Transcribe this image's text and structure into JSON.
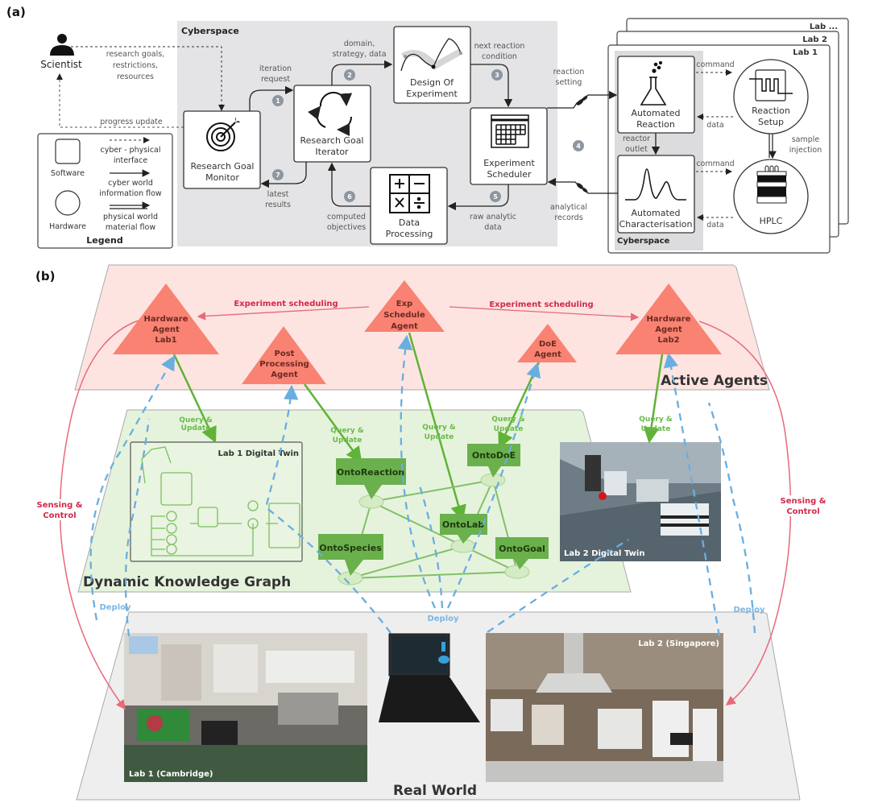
{
  "panel_a": {
    "label": "(a)",
    "cyberspace_label": "Cyberspace",
    "scientist": "Scientist",
    "scientist_to_monitor": [
      "research goals,",
      "restrictions,",
      "resources"
    ],
    "progress_update": "progress update",
    "boxes": {
      "monitor": [
        "Research Goal",
        "Monitor"
      ],
      "iterator": [
        "Research Goal",
        "Iterator"
      ],
      "doe": [
        "Design Of",
        "Experiment"
      ],
      "scheduler": [
        "Experiment",
        "Scheduler"
      ],
      "processing": [
        "Data",
        "Processing"
      ]
    },
    "flows": {
      "iteration_request": [
        "iteration",
        "request"
      ],
      "domain_strategy": [
        "domain,",
        "strategy, data"
      ],
      "next_reaction": [
        "next reaction",
        "condition"
      ],
      "raw_analytic": [
        "raw analytic",
        "data"
      ],
      "computed_objectives": [
        "computed",
        "objectives"
      ],
      "latest_results": [
        "latest",
        "results"
      ],
      "reaction_setting": [
        "reaction",
        "setting"
      ],
      "analytical_records": [
        "analytical",
        "records"
      ]
    },
    "steps": [
      "1",
      "2",
      "3",
      "4",
      "5",
      "6",
      "7"
    ],
    "legend": {
      "title": "Legend",
      "software": "Software",
      "hardware": "Hardware",
      "cyber_physical": [
        "cyber - physical",
        "interface"
      ],
      "cyber_world": [
        "cyber world",
        "information flow"
      ],
      "physical_world": [
        "physical world",
        "material flow"
      ]
    },
    "labs": {
      "stack": [
        "Lab ...",
        "Lab 2",
        "Lab 1"
      ],
      "cyberspace_label": "Cyberspace",
      "automated_reaction": [
        "Automated",
        "Reaction"
      ],
      "automated_characterisation": [
        "Automated",
        "Characterisation"
      ],
      "reaction_setup": [
        "Reaction",
        "Setup"
      ],
      "hplc": "HPLC",
      "command": "command",
      "data": "data",
      "reactor_outlet": [
        "reactor",
        "outlet"
      ],
      "sample_injection": [
        "sample",
        "injection"
      ]
    }
  },
  "panel_b": {
    "label": "(b)",
    "layers": {
      "agents": "Active Agents",
      "kg": "Dynamic Knowledge Graph",
      "real": "Real World"
    },
    "agents": {
      "hw1": [
        "Hardware",
        "Agent",
        "Lab1"
      ],
      "post": [
        "Post",
        "Processing",
        "Agent"
      ],
      "exp": [
        "Exp",
        "Schedule",
        "Agent"
      ],
      "doe": [
        "DoE",
        "Agent"
      ],
      "hw2": [
        "Hardware",
        "Agent",
        "Lab2"
      ]
    },
    "experiment_scheduling": "Experiment scheduling",
    "query_update": [
      "Query &",
      "Update"
    ],
    "ontologies": [
      "OntoReaction",
      "OntoDoE",
      "OntoLab",
      "OntoSpecies",
      "OntoGoal"
    ],
    "digital_twins": {
      "lab1": "Lab 1 Digital Twin",
      "lab2": "Lab 2 Digital Twin"
    },
    "sensing_control": [
      "Sensing &",
      "Control"
    ],
    "deploy": "Deploy",
    "photos": {
      "lab1": "Lab 1 (Cambridge)",
      "lab2": "Lab 2 (Singapore)"
    },
    "colors": {
      "agent": "#f98273",
      "agent_layer": "#fde4e1",
      "kg_layer": "#e6f3dc",
      "onto": "#6ab04c",
      "query_line": "#5fb336",
      "deploy": "#6aaee0",
      "sensing": "#e8697a",
      "real_layer": "#eeeeee"
    }
  }
}
